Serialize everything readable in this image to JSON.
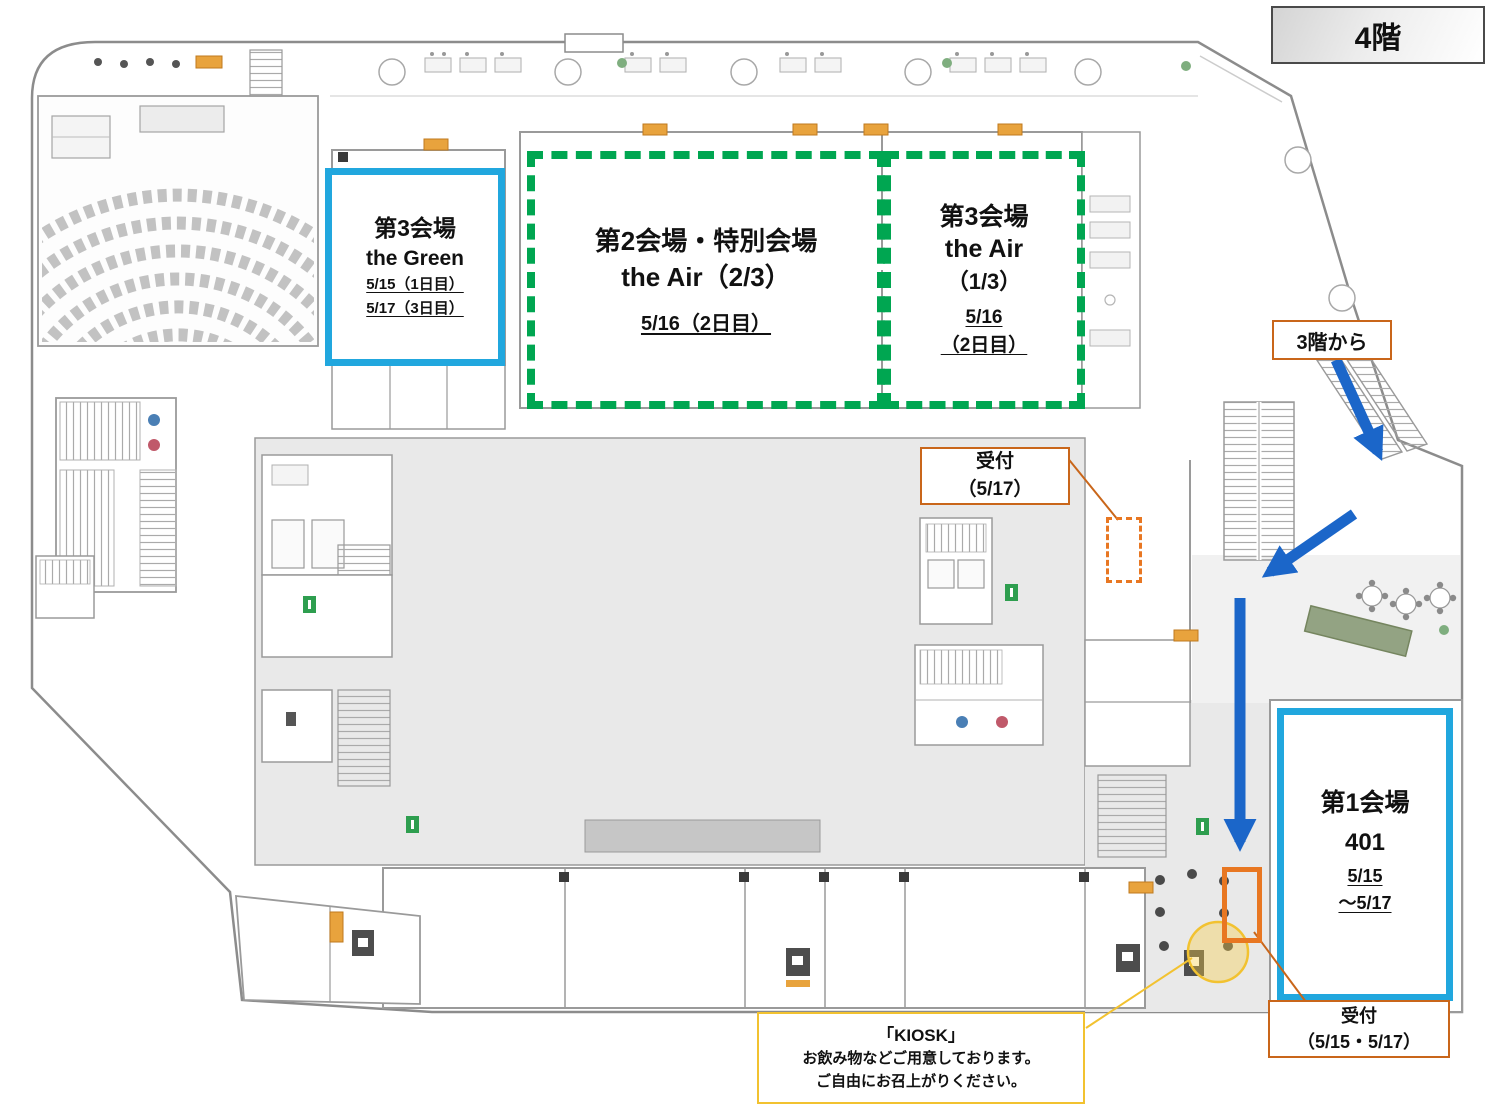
{
  "floor_badge": "4階",
  "venues": {
    "green": {
      "name": "第3会場",
      "hall": "the Green",
      "date1": "5/15（1日目）",
      "date2": "5/17（3日目）"
    },
    "air_main": {
      "name": "第2会場・特別会場",
      "hall": "the Air（2/3）",
      "date": "5/16（2日目）"
    },
    "air_sub": {
      "name": "第3会場",
      "hall": "the Air",
      "part": "（1/3）",
      "date": "5/16",
      "day": "（2日目）"
    },
    "hall1": {
      "name": "第1会場",
      "room": "401",
      "date_from": "5/15",
      "date_to": "〜5/17"
    }
  },
  "annotations": {
    "from_floor3": "3階から",
    "reception_517": {
      "title": "受付",
      "dates": "（5/17）"
    },
    "reception_515_517": {
      "title": "受付",
      "dates": "（5/15・5/17）"
    },
    "kiosk": {
      "title": "「KIOSK」",
      "line1": "お飲み物などご用意しております。",
      "line2": "ご自由にお召上がりください。"
    }
  },
  "colors": {
    "cyan": "#21A7DE",
    "green": "#00A651",
    "orange": "#C9661A",
    "orange2": "#E87722",
    "yellow": "#F2C230",
    "blue": "#1B66C9"
  }
}
